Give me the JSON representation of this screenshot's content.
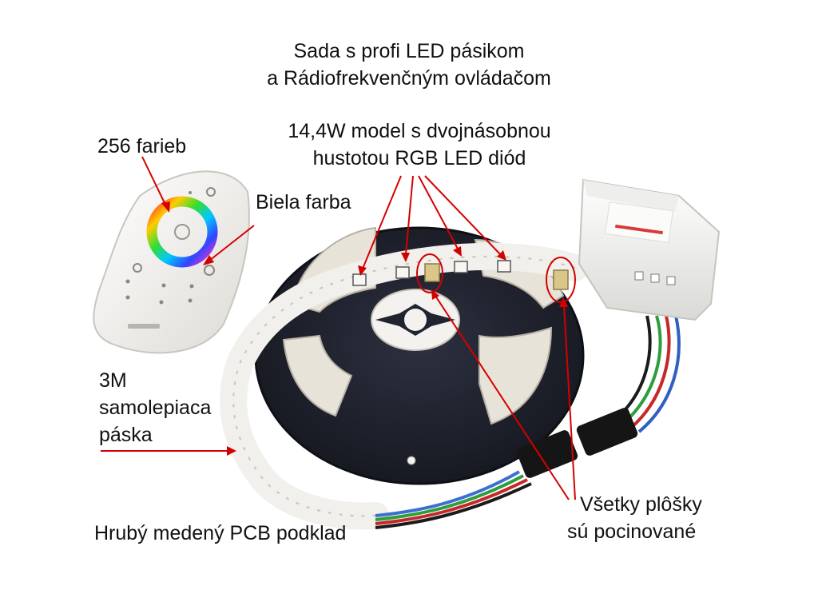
{
  "title": {
    "line1": "Sada s profi LED pásikom",
    "line2": "a Rádiofrekvenčným ovládačom"
  },
  "labels": {
    "model_line1": "14,4W model s dvojnásobnou",
    "model_line2": "hustotou RGB LED diód",
    "colors": "256 farieb",
    "white": "Biela farba",
    "tape_line1": "3M",
    "tape_line2": "samolepiaca",
    "tape_line3": "páska",
    "pcb": "Hrubý medený PCB podklad",
    "pads_line1": "Všetky plôšky",
    "pads_line2": "sú pocinované"
  },
  "colors": {
    "annotation": "#d40000",
    "text": "#111111",
    "reel": "#1c1f2a",
    "strip": "#f2f0ec",
    "remote_body": "#f4f2ee",
    "controller_body": "#f5f5f3"
  }
}
